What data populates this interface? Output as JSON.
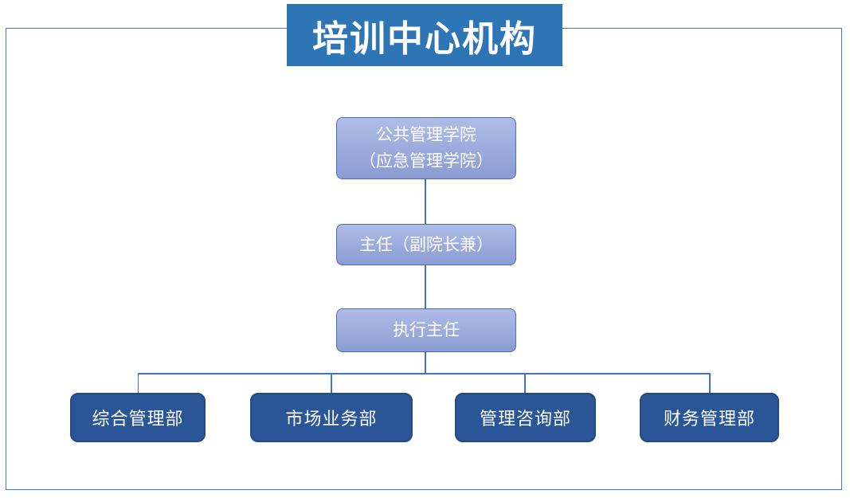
{
  "title": "培训中心机构",
  "org_chart": {
    "root": {
      "line1": "公共管理学院",
      "line2": "（应急管理学院）"
    },
    "director": {
      "label": "主任（副院长兼）"
    },
    "executive_director": {
      "label": "执行主任"
    },
    "departments": [
      {
        "label": "综合管理部"
      },
      {
        "label": "市场业务部"
      },
      {
        "label": "管理咨询部"
      },
      {
        "label": "财务管理部"
      }
    ]
  },
  "colors": {
    "banner_bg": "#2E75B6",
    "box_text": "#FFFFFF",
    "light_box_gradient_top": "#AFBCE6",
    "light_box_gradient_bottom": "#8B9CD3",
    "light_box_border": "#4F6BBD",
    "dark_box_bg": "#2A5697",
    "dark_box_border": "#234A80",
    "connector": "#4472C4",
    "frame_border": "#3D79C0"
  }
}
